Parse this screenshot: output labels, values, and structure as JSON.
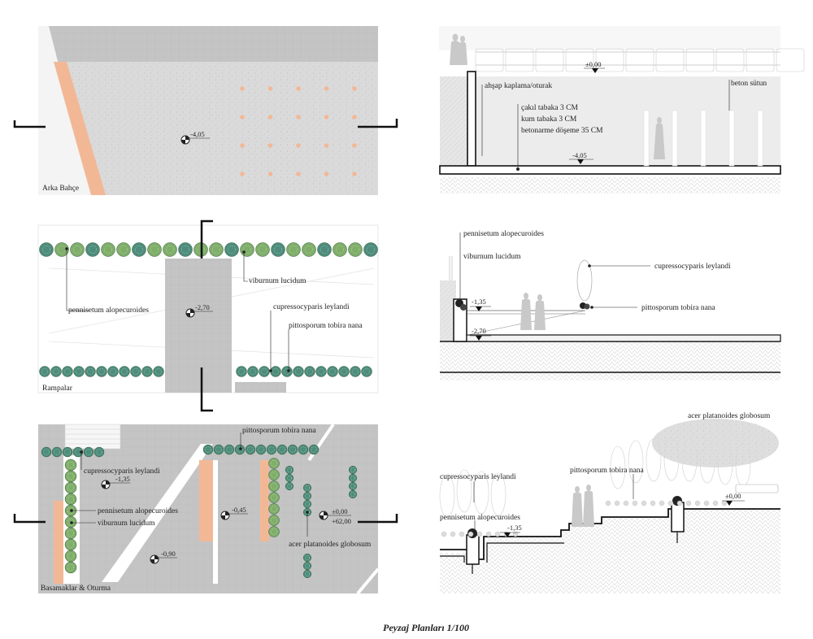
{
  "sheet_title": "Peyzaj Planları 1/100",
  "plans": {
    "arka_bahce": {
      "name": "Arka Bahçe",
      "level": "-4,05"
    },
    "rampalar": {
      "name": "Rampalar",
      "level": "-2,70",
      "labels": {
        "viburnum": "viburnum lucidum",
        "pennisetum": "pennisetum alopecuroides",
        "cupressocyparis": "cupressocyparis leylandi",
        "pittosporum": "pittosporum tobira nana"
      }
    },
    "basamaklar": {
      "name": "Basamaklar & Oturma",
      "levels": {
        "a": "-1,35",
        "b": "-0,45",
        "c": "-0,90",
        "d": "±0,00",
        "d2": "+62,00"
      },
      "labels": {
        "pittosporum": "pittosporum tobira nana",
        "cupressocyparis": "cupressocyparis leylandi",
        "pennisetum": "pennisetum alopecuroides",
        "viburnum": "viburnum lucidum",
        "acer": "acer platanoides globosum"
      }
    }
  },
  "sections": {
    "s1": {
      "top_level": "±0,00",
      "bottom_level": "-4,05",
      "labels": {
        "ahsap": "ahşap kaplama/oturak",
        "beton_sutun": "beton sütun",
        "cakil": "çakıl tabaka 3 CM",
        "kum": "kum tabaka 3 CM",
        "betonarme": "betonarme döşeme 35 CM"
      }
    },
    "s2": {
      "levels": {
        "upper": "-1,35",
        "lower": "-2,70"
      },
      "labels": {
        "pennisetum": "pennisetum alopecuroides",
        "viburnum": "viburnum lucidum",
        "cupressocyparis": "cupressocyparis leylandi",
        "pittosporum": "pittosporum tobira nana"
      }
    },
    "s3": {
      "levels": {
        "left": "-1,35",
        "right": "±0,00"
      },
      "labels": {
        "acer": "acer platanoides globosum",
        "cupressocyparis": "cupressocyparis leylandi",
        "pittosporum": "pittosporum tobira nana",
        "pennisetum": "pennisetum alopecuroides"
      }
    }
  },
  "colors": {
    "paving": "#c9c9c9",
    "gravel": "#dcdcdc",
    "terracotta": "#f2b896",
    "shrub_green": "#7fae6a",
    "shrub_dark": "#3c6b3c",
    "teal_shrub": "#4e8c7c",
    "ink": "#222222"
  }
}
